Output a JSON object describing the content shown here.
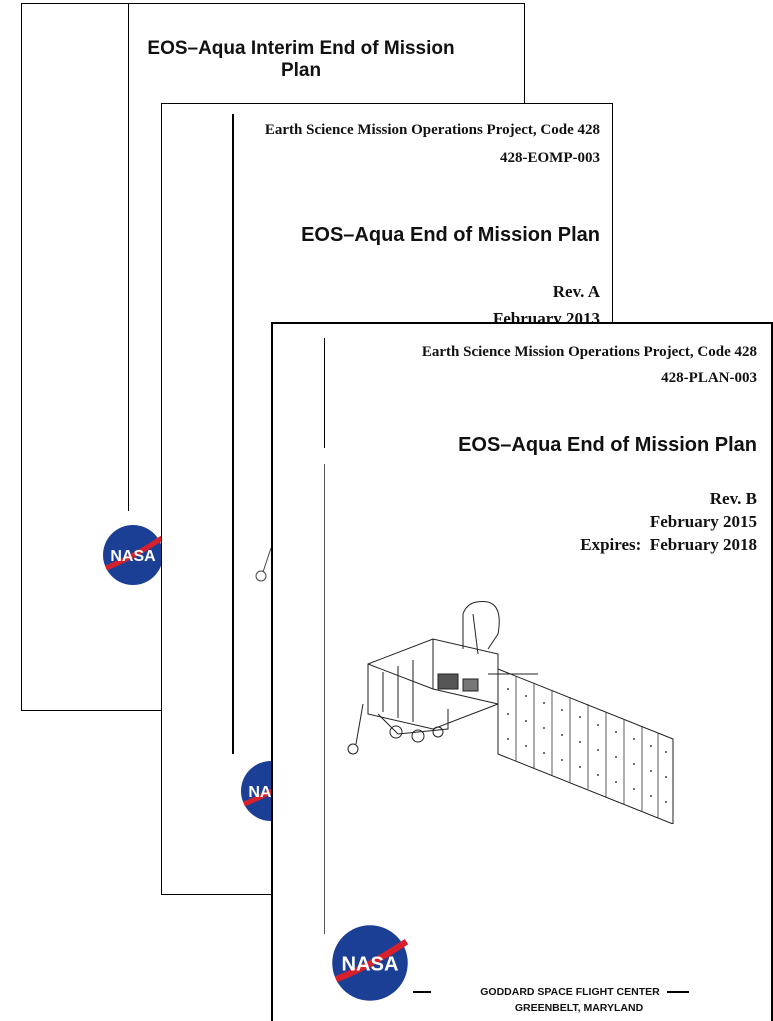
{
  "documents": [
    {
      "title": "EOS–Aqua Interim End of Mission Plan"
    },
    {
      "organization": "Earth Science Mission Operations Project, Code 428",
      "doc_number": "428-EOMP-003",
      "title": "EOS–Aqua End of Mission Plan",
      "revision": "Rev. A",
      "date": "February 2013"
    },
    {
      "organization": "Earth Science Mission Operations Project, Code 428",
      "doc_number": "428-PLAN-003",
      "title": "EOS–Aqua End of Mission Plan",
      "revision": "Rev. B",
      "date": "February 2015",
      "expires": "Expires:  February 2018",
      "footer_line1": "GODDARD SPACE FLIGHT CENTER",
      "footer_line2": "GREENBELT, MARYLAND"
    }
  ],
  "logo": {
    "text": "NASA",
    "colors": {
      "blue": "#1b3f94",
      "red": "#d8202c"
    }
  },
  "icons": [
    "nasa-logo",
    "aqua-satellite-drawing"
  ]
}
